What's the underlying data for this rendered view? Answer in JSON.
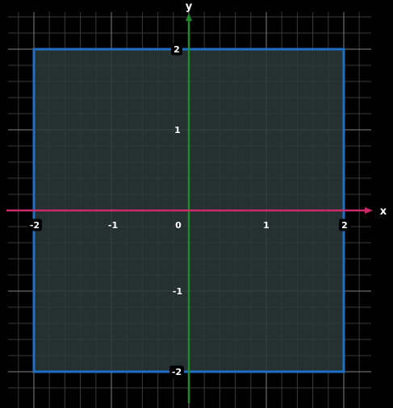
{
  "chart_data": {
    "type": "region",
    "xlabel": "x",
    "ylabel": "y",
    "x_ticks": [
      -2,
      -1,
      0,
      1,
      2
    ],
    "y_ticks": [
      -2,
      -1,
      1,
      2
    ],
    "tick_labels": {
      "x": [
        "-2",
        "-1",
        "0",
        "1",
        "2"
      ],
      "y": [
        "-2",
        "-1",
        "1",
        "2"
      ]
    },
    "xlim": [
      -2.35,
      2.35
    ],
    "ylim": [
      -2.35,
      2.5
    ],
    "grid": true,
    "grid_minor_step": 0.2,
    "region": {
      "shape": "square",
      "x_range": [
        -2,
        2
      ],
      "y_range": [
        -2,
        2
      ]
    },
    "colors": {
      "background": "#000000",
      "region_fill": "#2c3a38",
      "region_stroke": "#1f6fc4",
      "x_axis": "#cc2a6a",
      "y_axis": "#1f8a2a",
      "grid_minor": "#3a3a3a",
      "grid_major": "#6a6a6a",
      "boxed_label_bg": "#000000"
    }
  }
}
